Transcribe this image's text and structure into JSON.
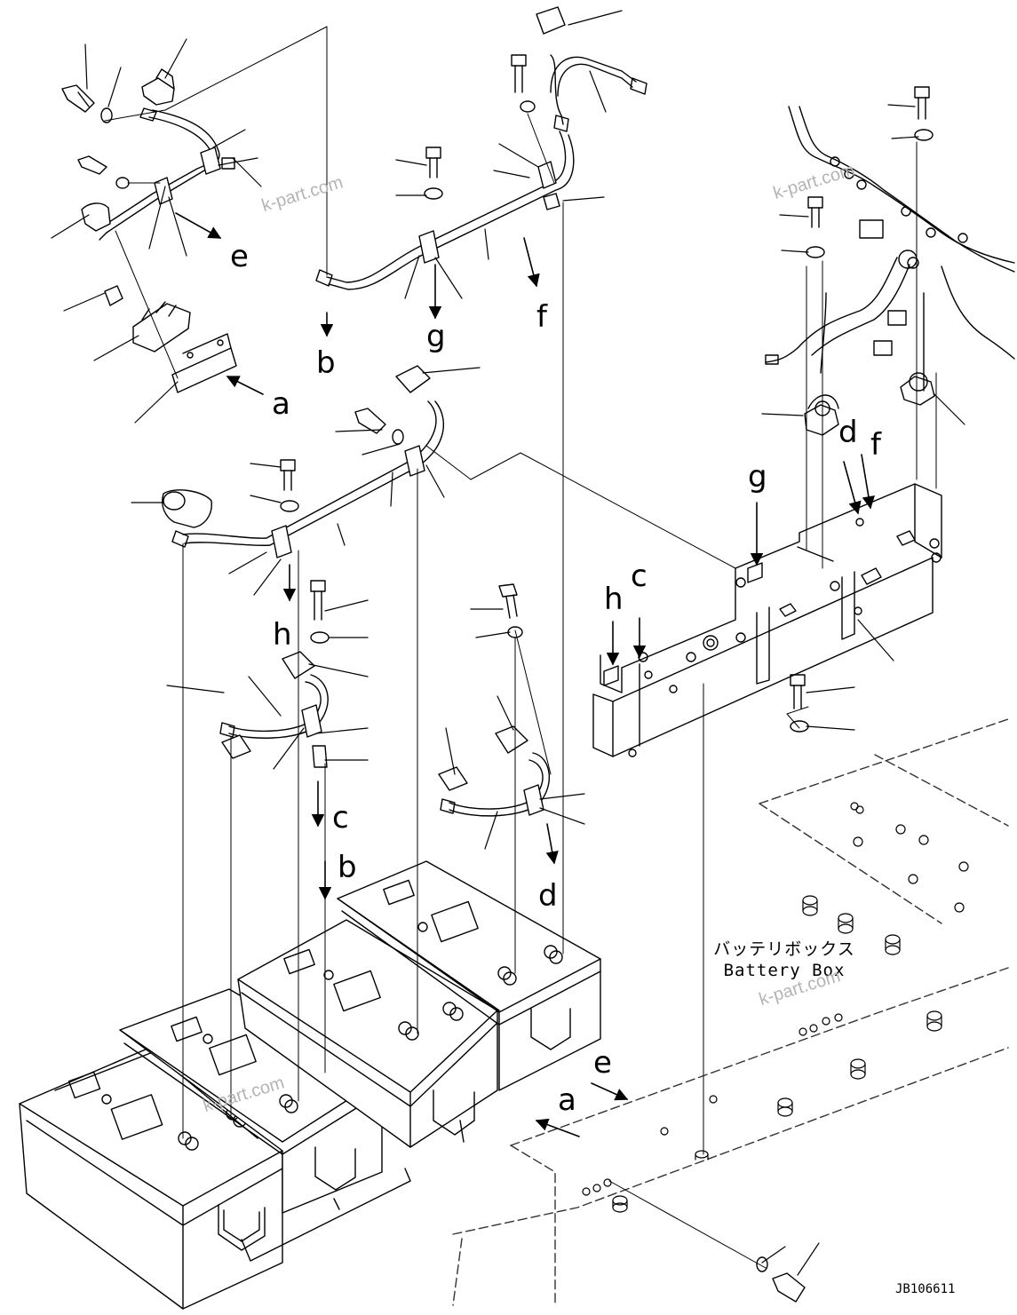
{
  "callout_letters": {
    "a1": "a",
    "a2": "a",
    "b1": "b",
    "b2": "b",
    "c1": "c",
    "c2": "c",
    "d1": "d",
    "d2": "d",
    "e1": "e",
    "e2": "e",
    "f1": "f",
    "f2": "f",
    "g1": "g",
    "g2": "g",
    "h1": "h",
    "h2": "h"
  },
  "battery_box": {
    "label_jp": "バッテリボックス",
    "label_en": "Battery Box"
  },
  "watermark": "k-part.com",
  "drawing_code": "JB106611"
}
